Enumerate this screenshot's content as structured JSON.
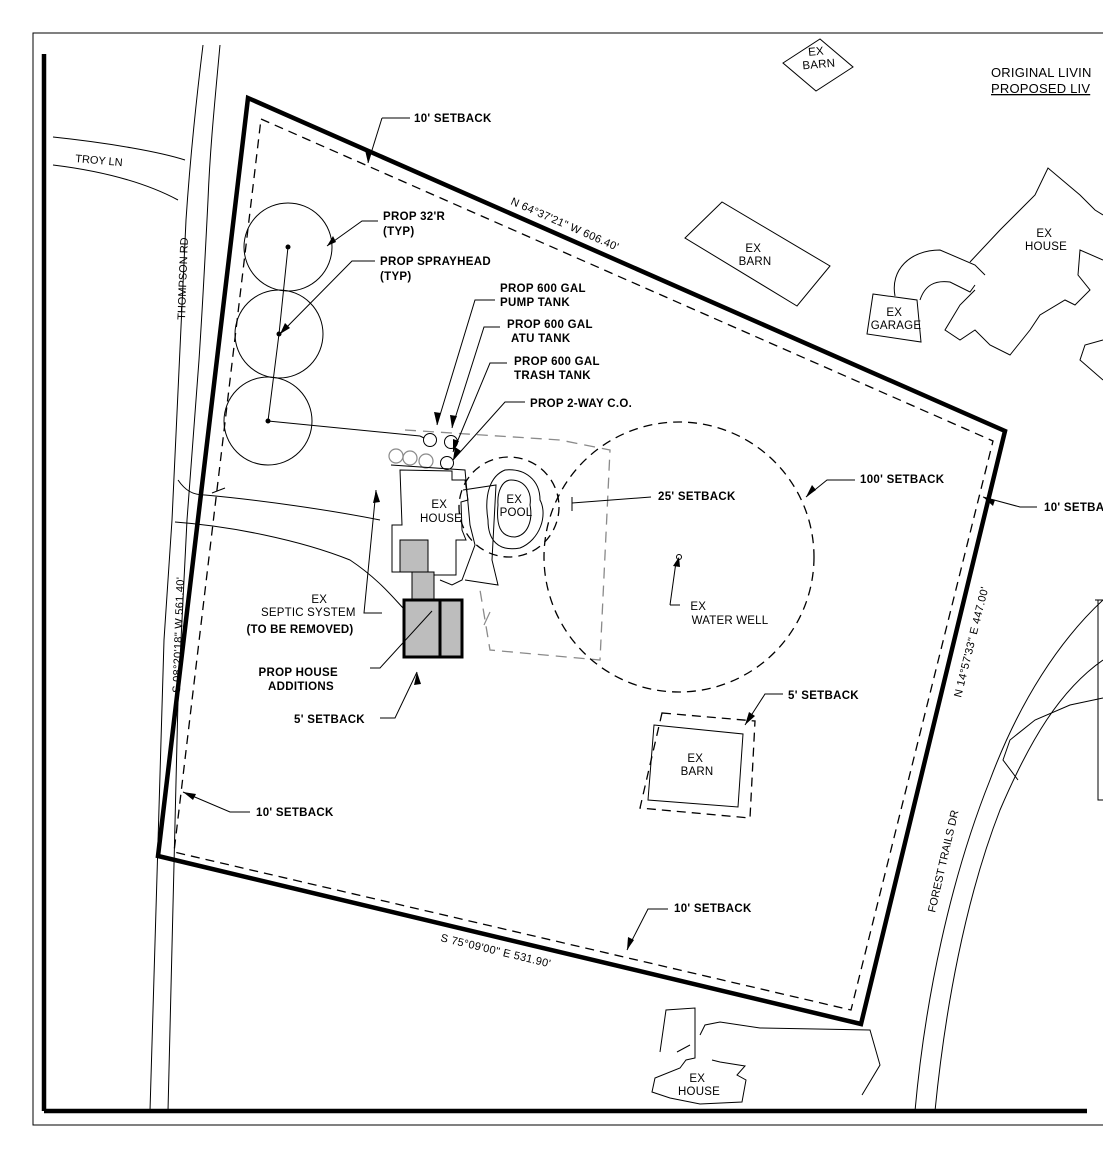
{
  "title": {
    "line1": "ORIGINAL LIVIN",
    "line2": "PROPOSED LIV"
  },
  "roads": {
    "troy": "TROY LN",
    "thompson": "THOMPSON RD",
    "forest_trails": "FOREST TRAILS DR"
  },
  "bearings": {
    "north": "N 64°37'21\" W 606.40'",
    "west": "S 08°20'18\" W 561.40'",
    "south": "S 75°09'00\" E 531.90'",
    "east": "N 14°57'33\" E 447.00'"
  },
  "setbacks": {
    "top": "10' SETBACK",
    "right": "10' SETBA",
    "left": "10' SETBACK",
    "bottom": "10' SETBACK",
    "well_100": "100' SETBACK",
    "pool_25": "25' SETBACK",
    "barn_5": "5' SETBACK",
    "house_5": "5' SETBACK"
  },
  "callouts": {
    "radius": [
      "PROP 32'R",
      "(TYP)"
    ],
    "sprayhead": [
      "PROP SPRAYHEAD",
      "(TYP)"
    ],
    "pump_tank": [
      "PROP 600 GAL",
      "PUMP TANK"
    ],
    "atu_tank": [
      "PROP 600 GAL",
      "ATU TANK"
    ],
    "trash_tank": [
      "PROP 600 GAL",
      "TRASH TANK"
    ],
    "cleanout": "PROP 2-WAY C.O.",
    "septic": [
      "EX",
      "SEPTIC SYSTEM",
      "(TO BE REMOVED)"
    ],
    "additions": [
      "PROP HOUSE",
      "ADDITIONS"
    ]
  },
  "structures": {
    "barn_top": [
      "EX",
      "BARN"
    ],
    "barn_north": [
      "EX",
      "BARN"
    ],
    "barn_south": [
      "EX",
      "BARN"
    ],
    "house_main": [
      "EX",
      "HOUSE"
    ],
    "house_ne": [
      "EX",
      "HOUSE"
    ],
    "house_south": [
      "EX",
      "HOUSE"
    ],
    "garage": [
      "EX",
      "GARAGE"
    ],
    "pool": [
      "EX",
      "POOL"
    ],
    "well": [
      "EX",
      "WATER WELL"
    ]
  }
}
